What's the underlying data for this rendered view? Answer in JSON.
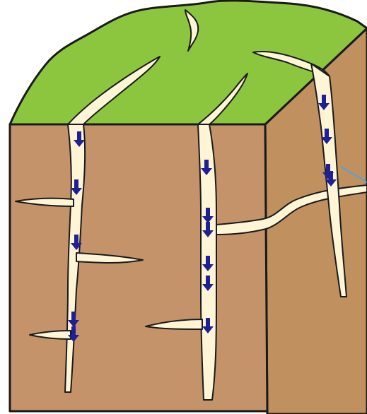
{
  "colors": {
    "grass": "#8cc63f",
    "soil_front": "#c5936a",
    "soil_side": "#c0905f",
    "crack": "#fdf5d6",
    "outline": "#1a1a1a",
    "arrow": "#1f1f96",
    "pointer_line": "#5aa0d8"
  },
  "cracks": [
    {
      "id": "left-crack",
      "arrow_count": 5
    },
    {
      "id": "middle-crack",
      "arrow_count": 6
    },
    {
      "id": "right-crack",
      "arrow_count": 4
    }
  ],
  "icons": {
    "arrow": "down-arrow-icon"
  }
}
